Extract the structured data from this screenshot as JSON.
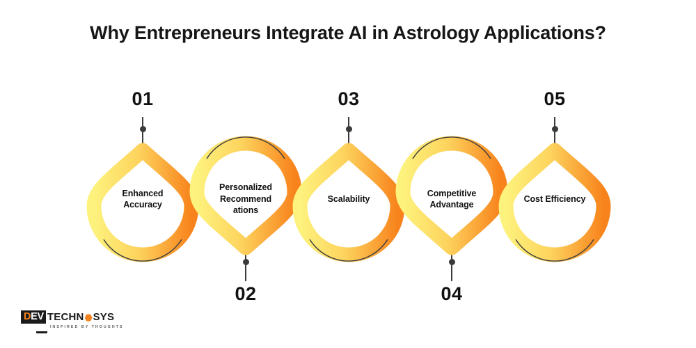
{
  "title": "Why Entrepreneurs Integrate AI in Astrology Applications?",
  "colors": {
    "gradient_start": "#fdf07f",
    "gradient_end": "#f8881f",
    "stem": "#3a3a3a",
    "text": "#111111",
    "logo_accent": "#f5821f",
    "background": "#ffffff"
  },
  "nodes": [
    {
      "number": "01",
      "label": "Enhanced Accuracy",
      "orientation": "up"
    },
    {
      "number": "02",
      "label": "Personalized Recommend ations",
      "orientation": "down"
    },
    {
      "number": "03",
      "label": "Scalability",
      "orientation": "up"
    },
    {
      "number": "04",
      "label": "Competitive Advantage",
      "orientation": "down"
    },
    {
      "number": "05",
      "label": "Cost Efficiency",
      "orientation": "up"
    }
  ],
  "logo": {
    "dev_prefix": "D",
    "dev_rest": "EV",
    "techno": "TECHN",
    "sys": "SYS",
    "tagline": "INSPIRED BY THOUGHTS"
  }
}
